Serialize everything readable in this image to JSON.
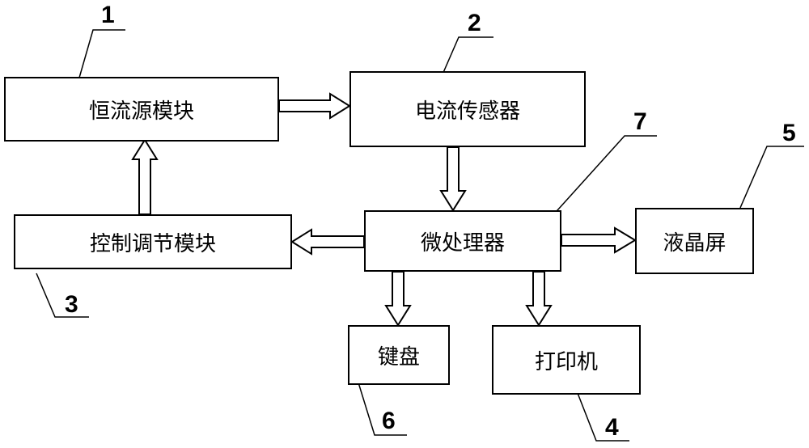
{
  "blocks": {
    "constant_current": {
      "label": "恒流源模块",
      "number": "1"
    },
    "current_sensor": {
      "label": "电流传感器",
      "number": "2"
    },
    "control_adjust": {
      "label": "控制调节模块",
      "number": "3"
    },
    "printer": {
      "label": "打印机",
      "number": "4"
    },
    "lcd": {
      "label": "液晶屏",
      "number": "5"
    },
    "keyboard": {
      "label": "键盘",
      "number": "6"
    },
    "microprocessor": {
      "label": "微处理器",
      "number": "7"
    }
  }
}
